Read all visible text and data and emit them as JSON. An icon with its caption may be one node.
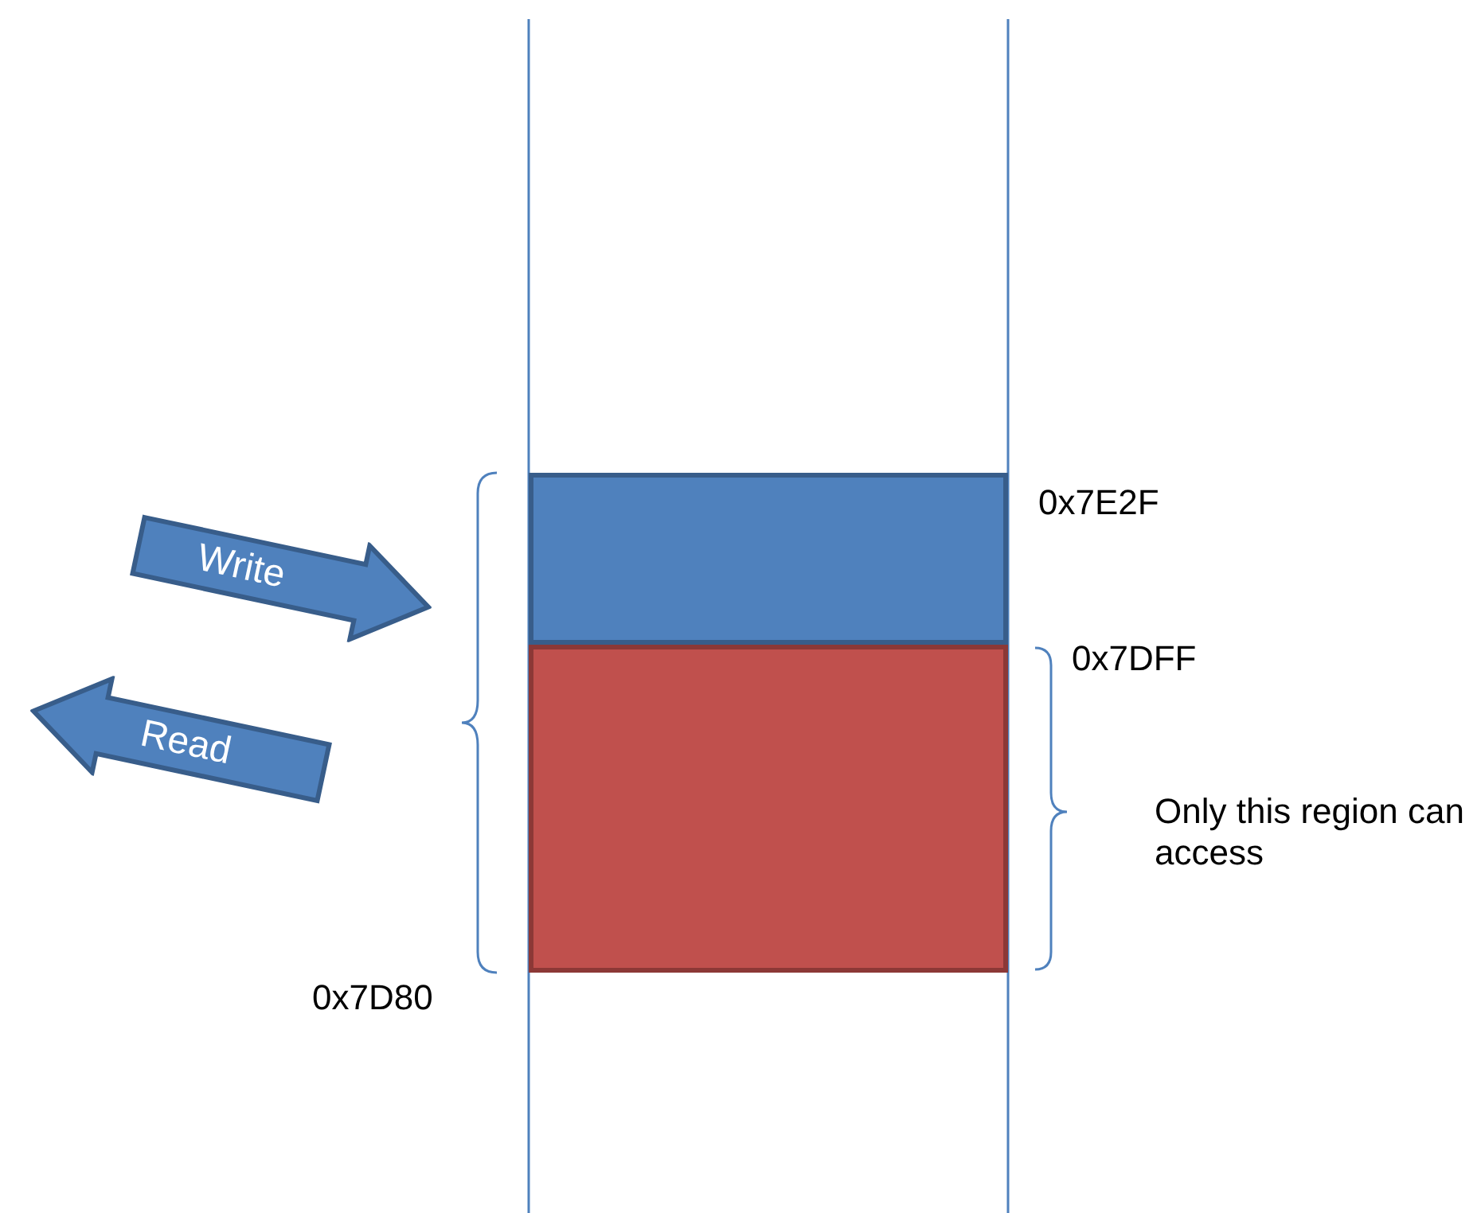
{
  "diagram": {
    "nodes": [
      {
        "text": [],
        "shape": "box",
        "beside": [
          "0x7E2F"
        ]
      },
      {
        "text": [],
        "shape": "box"
      },
      {
        "text": [
          "Write"
        ]
      },
      {
        "text": [
          "Read"
        ]
      }
    ],
    "labels": [
      "0x7DFF",
      "Only this region can access",
      "0x7D80"
    ]
  }
}
